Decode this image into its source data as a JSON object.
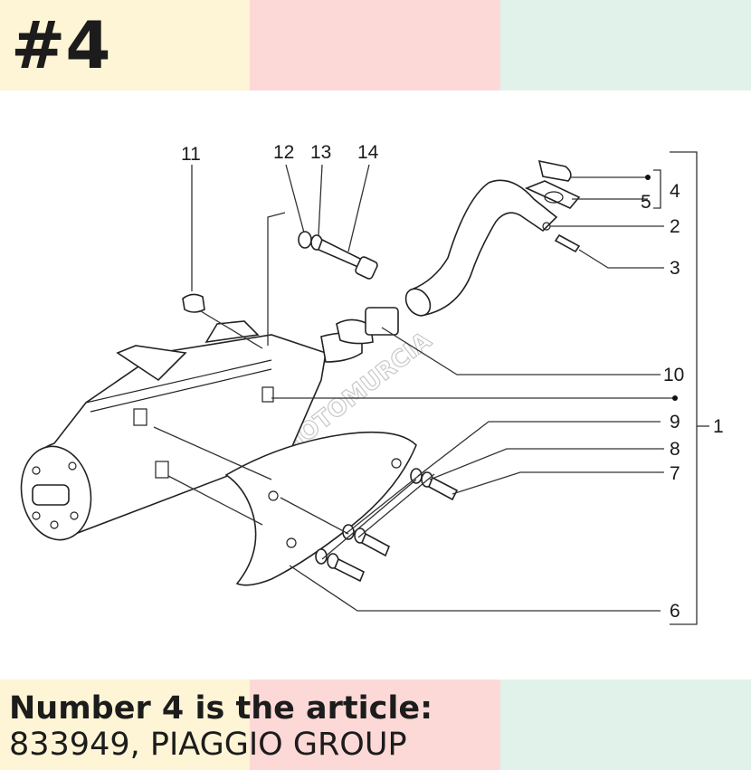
{
  "header": {
    "ref_number": "#4",
    "colors": [
      "#fdf5d5",
      "#fcd9d6",
      "#e1f2ea"
    ]
  },
  "diagram": {
    "watermark": "MOTOMURCIA",
    "callouts": [
      "11",
      "12",
      "13",
      "14",
      "4",
      "5",
      "2",
      "3",
      "10",
      "9",
      "8",
      "7",
      "6",
      "1"
    ]
  },
  "caption": {
    "line1": "Number 4 is the article:",
    "line2": "833949, PIAGGIO GROUP"
  }
}
